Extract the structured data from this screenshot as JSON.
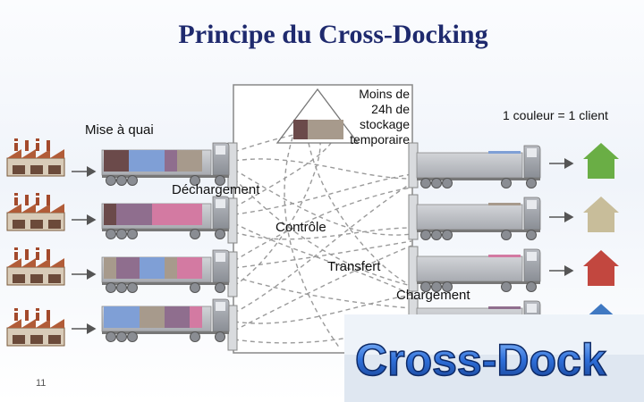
{
  "title": "Principe du Cross-Docking",
  "labels": {
    "quai": "Mise à quai",
    "dechargement": "Déchargement",
    "controle": "Contrôle",
    "transfert": "Transfert",
    "chargement": "Chargement",
    "stockage": "Moins de\n24h de\nstockage\ntemporaire"
  },
  "legend": "1 couleur = 1 client",
  "logo_text": "Cross-Dock",
  "slide_number": "11",
  "client_colors": {
    "green": "#6aae45",
    "beige": "#c8bd9a",
    "red": "#c2473f",
    "blue": "#3f78c2"
  },
  "cargo_colors": {
    "brown": "#6b4a4a",
    "blue": "#7f9fd6",
    "tan": "#a79a8c",
    "purple": "#8f6e8e",
    "pink": "#d37aa2",
    "gray": "#a7a6a6"
  }
}
